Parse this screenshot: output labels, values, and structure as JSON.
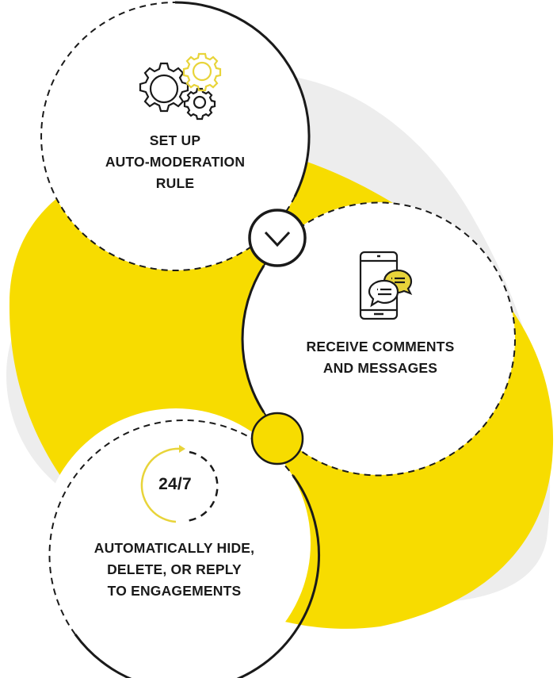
{
  "colors": {
    "accent": "#f7dc00",
    "shadow": "#ededed",
    "stroke": "#1a1a1a",
    "icon_yellow": "#e8d43a"
  },
  "steps": [
    {
      "icon": "gears-icon",
      "lines": [
        "SET UP",
        "AUTO-MODERATION",
        "RULE"
      ]
    },
    {
      "icon": "phone-chat-icon",
      "lines": [
        "RECEIVE COMMENTS",
        "AND MESSAGES"
      ]
    },
    {
      "icon": "clock-247-icon",
      "badge": "24/7",
      "lines": [
        "AUTOMATICALLY HIDE,",
        "DELETE, OR REPLY",
        "TO ENGAGEMENTS"
      ]
    }
  ],
  "connectors": [
    {
      "icon": "chevron-down-icon"
    },
    {
      "icon": "yellow-dot"
    }
  ]
}
